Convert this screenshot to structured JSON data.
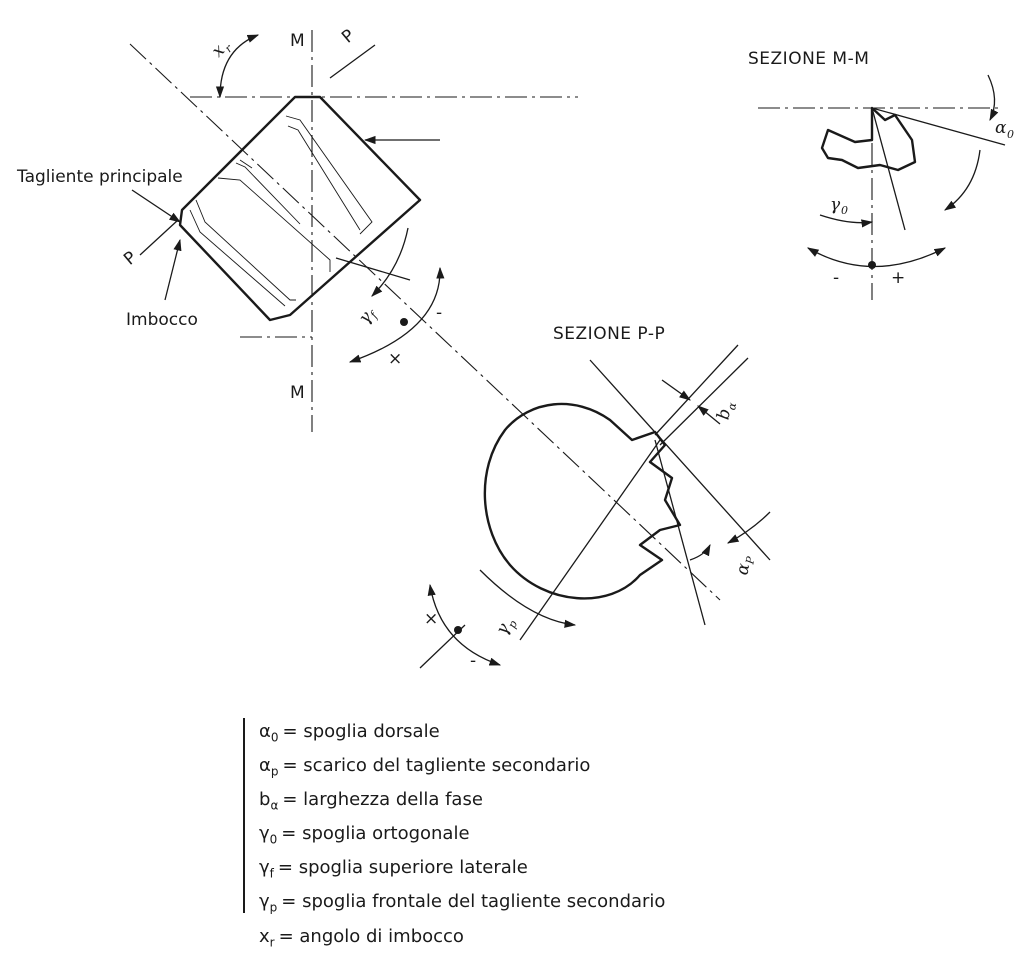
{
  "diagram": {
    "labels": {
      "section_mm": "SEZIONE M-M",
      "section_pp": "SEZIONE P-P",
      "m_top": "M",
      "m_bottom": "M",
      "p_top": "P",
      "p_left": "P",
      "tagliente_principale": "Tagliente principale",
      "imbocco": "Imbocco",
      "xr": "x",
      "xr_sub": "r",
      "gamma_f": "γ",
      "gamma_f_sub": "f",
      "alpha_0": "α",
      "alpha_0_sub": "0",
      "gamma_0": "γ",
      "gamma_0_sub": "0",
      "b_alpha": "b",
      "b_alpha_sub": "α",
      "alpha_p": "α",
      "alpha_p_sub": "P",
      "gamma_p": "γ",
      "gamma_p_sub": "p",
      "minus_1": "-",
      "plus_1": "+",
      "minus_2": "-",
      "times_2": "×",
      "times_3": "×",
      "minus_3": "-"
    },
    "legend": [
      {
        "sym": "α",
        "sub": "0",
        "text": "= spoglia dorsale"
      },
      {
        "sym": "α",
        "sub": "p",
        "text": "= scarico del tagliente secondario"
      },
      {
        "sym": "b",
        "sub": "α",
        "text": "= larghezza della fase"
      },
      {
        "sym": "γ",
        "sub": "0",
        "text": "= spoglia ortogonale"
      },
      {
        "sym": "γ",
        "sub": "f",
        "text": "= spoglia superiore laterale"
      },
      {
        "sym": "γ",
        "sub": "p",
        "text": "= spoglia frontale del tagliente secondario"
      },
      {
        "sym": "x",
        "sub": "r",
        "text": "= angolo di imbocco"
      }
    ]
  }
}
